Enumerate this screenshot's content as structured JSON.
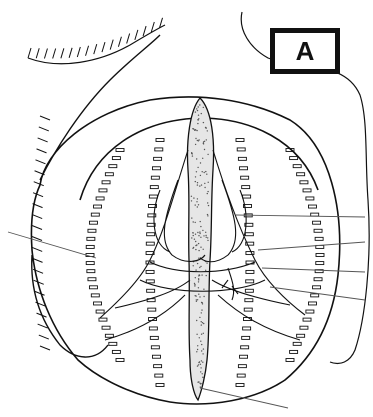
{
  "panel": {
    "label": "A"
  },
  "figure": {
    "subject": "ctenophore",
    "style": "line drawing",
    "ink_color": "#111111",
    "stipple_color": "#555555"
  }
}
